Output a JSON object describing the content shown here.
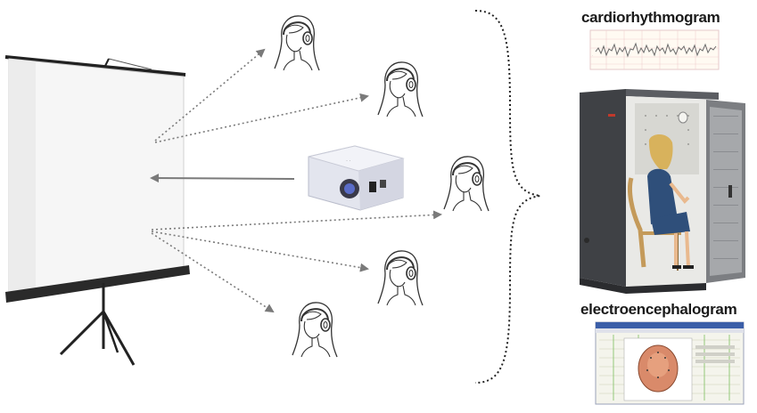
{
  "labels": {
    "cardio": "cardiorhythmogram",
    "eeg": "electroencephalogram"
  },
  "icons": {
    "screen": "projection-screen-on-tripod",
    "projector": "video-projector",
    "listener": "person-with-headphones",
    "booth": "isolation-booth-with-seated-subject",
    "cardio_trace": "heart-rhythm-trace",
    "eeg_window": "eeg-software-window-with-head-map"
  },
  "colors": {
    "arrow": "#7a7a7a",
    "cardio_trace": "#6b6b6b",
    "booth": "#4a4c50",
    "subject_dress": "#2f4f7a",
    "chair": "#c49a5a"
  }
}
